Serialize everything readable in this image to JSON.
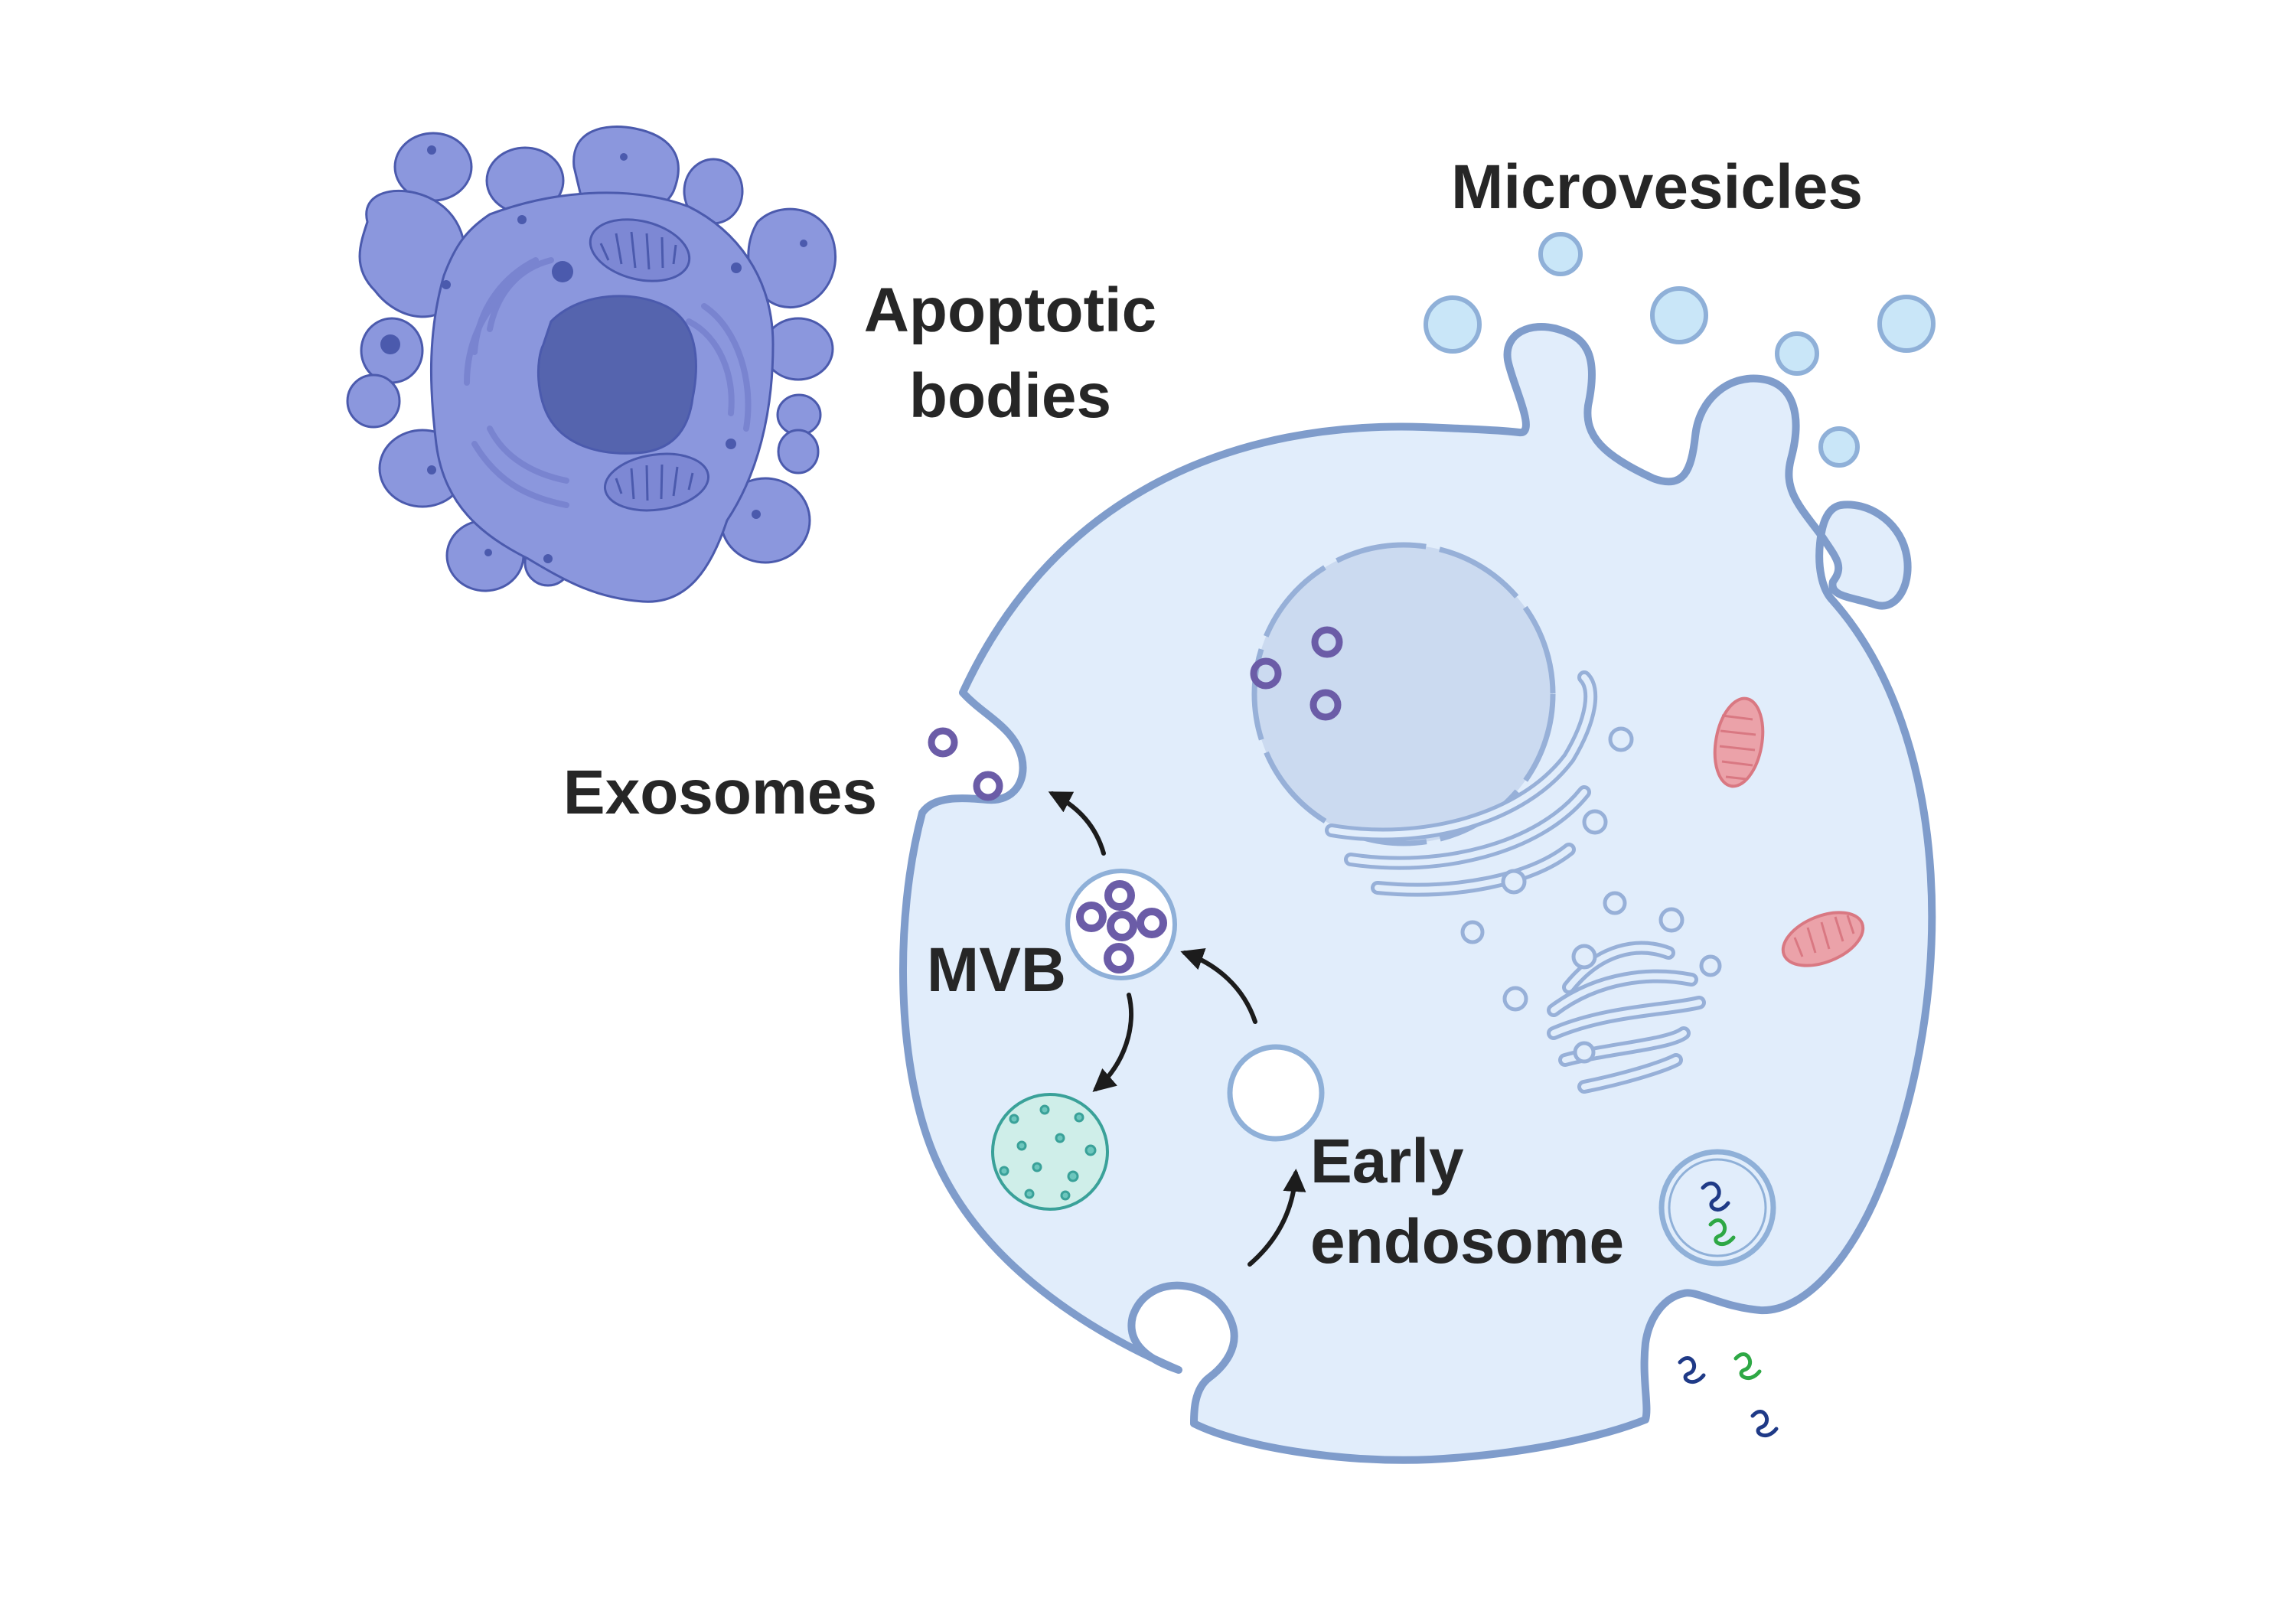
{
  "labels": {
    "apoptotic_line1": "Apoptotic",
    "apoptotic_line2": "bodies",
    "microvesicles": "Microvesicles",
    "exosomes": "Exosomes",
    "mvb": "MVB",
    "early_line1": "Early",
    "early_line2": "endosome"
  },
  "colors": {
    "background": "#ffffff",
    "cell_fill": "#e1edfb",
    "cell_membrane": "#7f9ccb",
    "apoptotic_fill": "#8b97dd",
    "apoptotic_stroke": "#4b5aad",
    "apoptotic_nucleus": "#5564ae",
    "nucleus_fill": "#cbdaf0",
    "vesicle_fill": "#c9e6f8",
    "exosome_ring": "#6b5ca7",
    "mitochondria": "#e48a92",
    "lysosome_fill": "#cfeee9",
    "lysosome_stroke": "#3aa199",
    "dna_blue": "#1f3a87",
    "dna_green": "#2ea845",
    "text": "#262626",
    "arrow": "#1c1c1c"
  }
}
